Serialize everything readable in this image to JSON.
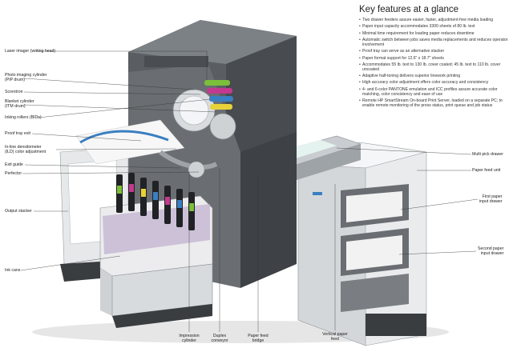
{
  "features": {
    "title": "Key features at a glance",
    "items": [
      "Two drawer feeders assure easier, faster, adjustment-free media loading",
      "Paper input capacity accommodates 3300 sheets of 80 lb. text",
      "Minimal time requirement for loading paper reduces downtime",
      "Automatic switch between jobs saves media replacements and reduces operator involvement",
      "Proof tray can serve as an alternative stacker",
      "Paper format support for 12.6\" x 18.7\" sheets",
      "Accommodates 55 lb. text to 130 lb. cover coated; 45 lb. text to 110 lb. cover uncoated",
      "Adaptive half-toning delivers superior linework printing",
      "High accuracy color adjustment offers color accuracy and consistency",
      "4- and 6-color PANTONE emulation and ICC profiles assure accurate color matching, color consistency and ease of use",
      "Remote HP SmartStream On-board Print Server, loaded on a separate PC; to enable remote monitoring of the press status, print queue and job status"
    ]
  },
  "labels": {
    "laser": "Laser imager (writing head)",
    "pip1": "Photo imaging cylinder",
    "pip2": "(PIP drum)",
    "scorotron": "Scorotron",
    "blanket1": "Blanket cylinder",
    "blanket2": "(ITM drum)",
    "inking": "Inking rollers (BIDs)",
    "proof": "Proof tray exit",
    "ild1": "In-line densitometer",
    "ild2": "(ILD) color adjustment",
    "exit": "Exit guide",
    "perfector": "Perfector",
    "stacker": "Output stacker",
    "inkcans": "Ink cans",
    "impression1": "Impression",
    "impression2": "cylinder",
    "duplex1": "Duplex",
    "duplex2": "conveyor",
    "bridge1": "Paper feed",
    "bridge2": "bridge",
    "vertical1": "Vertical paper",
    "vertical2": "feed",
    "multipick": "Multi pick drawer",
    "feedunit": "Paper feed unit",
    "first1": "First paper",
    "first2": "input drawer",
    "second1": "Second paper",
    "second2": "input drawer"
  },
  "colors": {
    "body_dark": "#5a5e62",
    "body_light": "#dfe1e3",
    "accent_green": "#7bbf3a",
    "accent_magenta": "#c2398f",
    "accent_blue": "#3a7fc1",
    "accent_yellow": "#e8d23a"
  }
}
